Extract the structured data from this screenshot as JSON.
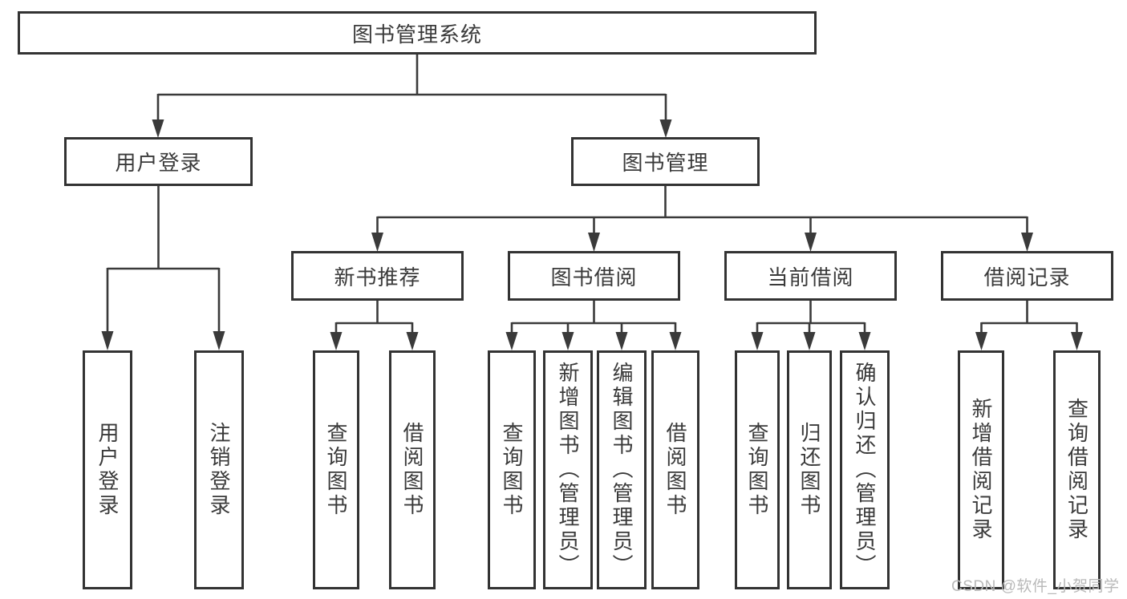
{
  "diagram_title": "图书管理系统",
  "colors": {
    "line": "#3a3a3a",
    "box_border": "#333333",
    "text": "#3a3a3a",
    "watermark": "#b9b9b9",
    "background": "#ffffff"
  },
  "watermark": {
    "text": "CSDN @软件_小贺同学"
  },
  "tree": {
    "label": "图书管理系统",
    "children": [
      {
        "label": "用户登录",
        "children": [
          {
            "label": "用户登录"
          },
          {
            "label": "注销登录"
          }
        ]
      },
      {
        "label": "图书管理",
        "children": [
          {
            "label": "新书推荐",
            "children": [
              {
                "label": "查询图书"
              },
              {
                "label": "借阅图书"
              }
            ]
          },
          {
            "label": "图书借阅",
            "children": [
              {
                "label": "查询图书"
              },
              {
                "label": "新增图书（管理员）"
              },
              {
                "label": "编辑图书（管理员）"
              },
              {
                "label": "借阅图书"
              }
            ]
          },
          {
            "label": "当前借阅",
            "children": [
              {
                "label": "查询图书"
              },
              {
                "label": "归还图书"
              },
              {
                "label": "确认归还（管理员）"
              }
            ]
          },
          {
            "label": "借阅记录",
            "children": [
              {
                "label": "新增借阅记录"
              },
              {
                "label": "查询借阅记录"
              }
            ]
          }
        ]
      }
    ]
  }
}
